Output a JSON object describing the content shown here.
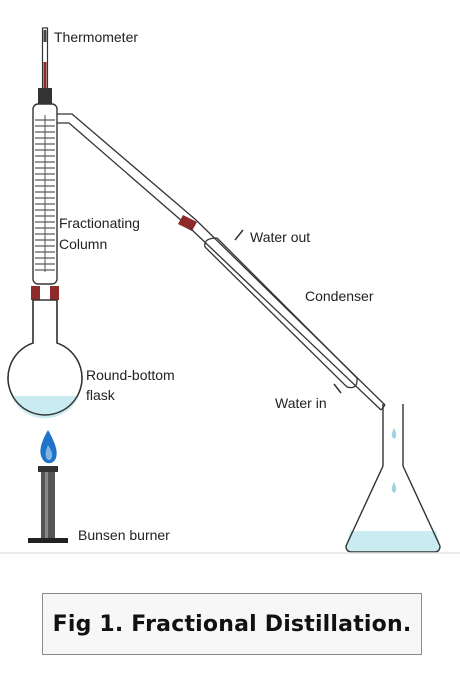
{
  "labels": {
    "thermometer": "Thermometer",
    "column_line1": "Fractionating",
    "column_line2": "Column",
    "water_out": "Water out",
    "condenser": "Condenser",
    "flask_line1": "Round-bottom",
    "flask_line2": "flask",
    "water_in": "Water in",
    "burner": "Bunsen burner"
  },
  "caption": "Fig 1. Fractional Distillation.",
  "colors": {
    "liquid": "#c9ecf1",
    "stopper": "#8e2a2a",
    "flame": "#1f74c9",
    "outline": "#3a3a3a",
    "burner": "#444444"
  }
}
